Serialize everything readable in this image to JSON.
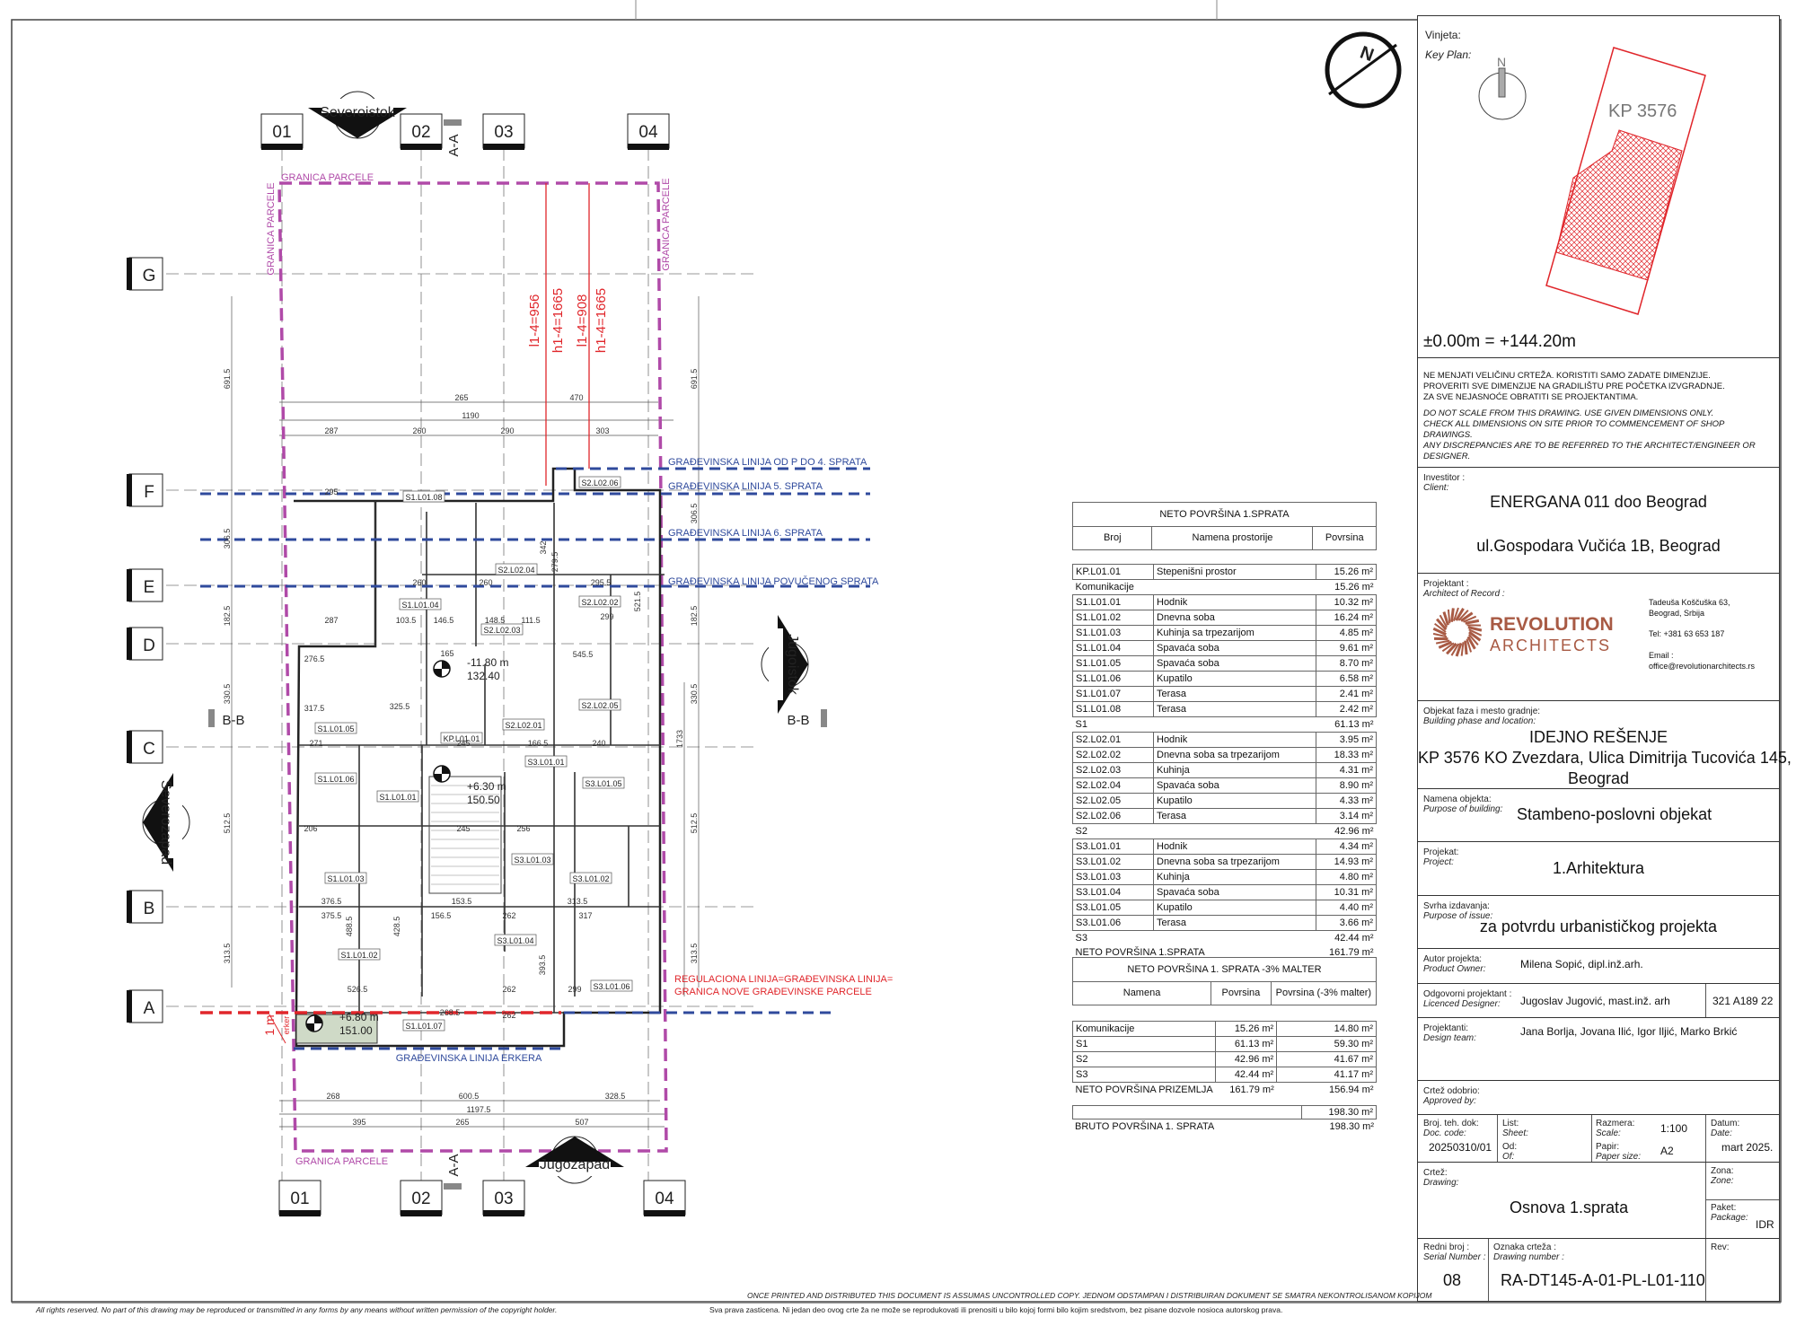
{
  "plan": {
    "grid_cols": [
      "01",
      "02",
      "03",
      "04"
    ],
    "grid_rows": [
      "G",
      "F",
      "E",
      "D",
      "C",
      "B",
      "A"
    ],
    "sections": {
      "aa": "A-A",
      "bb": "B-B"
    },
    "views": {
      "top": "Severoistok",
      "bottom": "Jugozapad",
      "right": "Jugoistok",
      "left": "Severozapad"
    },
    "north": "N",
    "parcel_label": "GRANICA PARCELE",
    "lines": {
      "l4": "GRAĐEVINSKA LINIJA OD P DO 4. SPRATA",
      "l5": "GRAĐEVINSKA LINIJA 5. SPRATA",
      "l6": "GRAĐEVINSKA LINIJA 6. SPRATA",
      "lp": "GRAĐEVINSKA LINIJA POVUČENOG SPRATA",
      "le": "GRAĐEVINSKA LINIJA ERKERA",
      "reg1": "REGULACIONA LINIJA=GRAĐEVINSKA LINIJA=",
      "reg2": "GRANICA NOVE GRAĐEVINSKE PARCELE"
    },
    "heights": [
      "l1-4=956",
      "h1-4=1665",
      "l1-4=908",
      "h1-4=1665"
    ],
    "erker": {
      "dist": "1 m",
      "label": "erker"
    },
    "levels": [
      {
        "elev": "-11.80 m",
        "abs": "132.40"
      },
      {
        "elev": "+6.30 m",
        "abs": "150.50"
      },
      {
        "elev": "+6.80 m",
        "abs": "151.00"
      }
    ],
    "room_tags": [
      "S1.L01.08",
      "S2.L02.06",
      "S2.L02.04",
      "S1.L01.04",
      "S2.L02.02",
      "S2.L02.03",
      "S2.L02.05",
      "S2.L02.01",
      "S1.L01.05",
      "KP.L01.01",
      "S3.L01.01",
      "S1.L01.06",
      "S3.L01.05",
      "S1.L01.01",
      "S3.L01.03",
      "S1.L01.03",
      "S3.L01.02",
      "S3.L01.04",
      "S1.L01.02",
      "S3.L01.06",
      "S1.L01.07"
    ],
    "dims": [
      "265",
      "470",
      "1190",
      "287",
      "260",
      "290",
      "303",
      "268",
      "600.5",
      "328.5",
      "1197.5",
      "395",
      "265",
      "507",
      "691.5",
      "691.5",
      "306.5",
      "306.5",
      "182.5",
      "182.5",
      "330.5",
      "330.5",
      "512.5",
      "512.5",
      "313.5",
      "313.5",
      "1733",
      "295",
      "287",
      "260",
      "260",
      "295.5",
      "299",
      "276.5",
      "103.5",
      "146.5",
      "148.5",
      "111.5",
      "545.5",
      "317.5",
      "325.5",
      "271",
      "245",
      "166.5",
      "240",
      "206",
      "245",
      "256",
      "376.5",
      "153.5",
      "313.5",
      "375.5",
      "156.5",
      "262",
      "317",
      "526.5",
      "262",
      "299",
      "268.5",
      "262",
      "488.5",
      "428.5",
      "393.5",
      "342",
      "279.5",
      "521.5",
      "165"
    ]
  },
  "table1": {
    "title": "NETO POVRŠINA 1.SPRATA",
    "headers": [
      "Broj",
      "Namena prostorije",
      "Povrsina"
    ],
    "rows": [
      {
        "id": "KP.L01.01",
        "name": "Stepenišni prostor",
        "area": "15.26 m²"
      },
      {
        "sum": "Komunikacije",
        "area": "15.26 m²"
      },
      {
        "id": "S1.L01.01",
        "name": "Hodnik",
        "area": "10.32 m²"
      },
      {
        "id": "S1.L01.02",
        "name": "Dnevna soba",
        "area": "16.24 m²"
      },
      {
        "id": "S1.L01.03",
        "name": "Kuhinja sa trpezarijom",
        "area": "4.85 m²"
      },
      {
        "id": "S1.L01.04",
        "name": "Spavaća soba",
        "area": "9.61 m²"
      },
      {
        "id": "S1.L01.05",
        "name": "Spavaća soba",
        "area": "8.70 m²"
      },
      {
        "id": "S1.L01.06",
        "name": "Kupatilo",
        "area": "6.58 m²"
      },
      {
        "id": "S1.L01.07",
        "name": "Terasa",
        "area": "2.41 m²"
      },
      {
        "id": "S1.L01.08",
        "name": "Terasa",
        "area": "2.42 m²"
      },
      {
        "sum": "S1",
        "area": "61.13 m²"
      },
      {
        "id": "S2.L02.01",
        "name": "Hodnik",
        "area": "3.95 m²"
      },
      {
        "id": "S2.L02.02",
        "name": "Dnevna soba sa trpezarijom",
        "area": "18.33 m²"
      },
      {
        "id": "S2.L02.03",
        "name": "Kuhinja",
        "area": "4.31 m²"
      },
      {
        "id": "S2.L02.04",
        "name": "Spavaća soba",
        "area": "8.90 m²"
      },
      {
        "id": "S2.L02.05",
        "name": "Kupatilo",
        "area": "4.33 m²"
      },
      {
        "id": "S2.L02.06",
        "name": "Terasa",
        "area": "3.14 m²"
      },
      {
        "sum": "S2",
        "area": "42.96 m²"
      },
      {
        "id": "S3.L01.01",
        "name": "Hodnik",
        "area": "4.34 m²"
      },
      {
        "id": "S3.L01.02",
        "name": "Dnevna soba sa trpezarijom",
        "area": "14.93 m²"
      },
      {
        "id": "S3.L01.03",
        "name": "Kuhinja",
        "area": "4.80 m²"
      },
      {
        "id": "S3.L01.04",
        "name": "Spavaća soba",
        "area": "10.31 m²"
      },
      {
        "id": "S3.L01.05",
        "name": "Kupatilo",
        "area": "4.40 m²"
      },
      {
        "id": "S3.L01.06",
        "name": "Terasa",
        "area": "3.66 m²"
      },
      {
        "sum": "S3",
        "area": "42.44 m²"
      },
      {
        "sum": "NETO POVRŠINA 1.SPRATA",
        "area": "161.79 m²"
      }
    ]
  },
  "table2": {
    "title": "NETO POVRŠINA 1. SPRATA -3% MALTER",
    "headers": [
      "Namena",
      "Povrsina",
      "Povrsina (-3% malter)"
    ],
    "rows": [
      {
        "name": "Komunikacije",
        "area": "15.26 m²",
        "net": "14.80 m²"
      },
      {
        "name": "S1",
        "area": "61.13 m²",
        "net": "59.30 m²"
      },
      {
        "name": "S2",
        "area": "42.96 m²",
        "net": "41.67 m²"
      },
      {
        "name": "S3",
        "area": "42.44 m²",
        "net": "41.17 m²"
      }
    ],
    "total": {
      "name": "NETO POVRŠINA PRIZEMLJA",
      "area": "161.79 m²",
      "net": "156.94 m²"
    },
    "bruto_box": "198.30 m²",
    "bruto": {
      "name": "BRUTO POVRŠINA 1. SPRATA",
      "area": "198.30 m²"
    }
  },
  "titleblock": {
    "vinjeta": "Vinjeta:",
    "keyplan": "Key Plan:",
    "keyplan_north": "N",
    "keyplan_parcel": "KP 3576",
    "datum": "±0.00m = +144.20m",
    "notes_sr": [
      "NE MENJATI VELIČINU CRTEŽA. KORISTITI SAMO ZADATE DIMENZIJE.",
      "PROVERITI SVE DIMENZIJE NA GRADILIŠTU PRE POČETKA IZVGRADNJE.",
      "ZA SVE NEJASNOĆE OBRATITI SE PROJEKTANTIMA."
    ],
    "notes_en": [
      "DO NOT SCALE FROM THIS DRAWING. USE GIVEN DIMENSIONS ONLY.",
      "CHECK ALL DIMENSIONS ON SITE PRIOR TO COMMENCEMENT OF SHOP DRAWINGS.",
      "ANY DISCREPANCIES ARE TO BE REFERRED TO THE ARCHITECT/ENGINEER OR DESIGNER."
    ],
    "client_label": [
      "Investitor :",
      "Client:"
    ],
    "client_name": "ENERGANA 011 doo Beograd",
    "client_address": "ul.Gospodara Vučića 1B, Beograd",
    "architect_label": [
      "Projektant :",
      "Architect of Record :"
    ],
    "logo_line1": "REVOLUTION",
    "logo_line2": "ARCHITECTS",
    "architect_address": [
      "Tadeuša Koščuška 63,",
      "Beograd, Srbija"
    ],
    "architect_tel": "Tel: +381 63 653 187",
    "architect_email_label": "Email :",
    "architect_email": "office@revolutionarchitects.rs",
    "phase_label": [
      "Objekat faza i mesto gradnje:",
      "Building phase and location:"
    ],
    "phase": "IDEJNO REŠENJE",
    "location": [
      "KP 3576 KO Zvezdara, Ulica Dimitrija Tucovića 145,",
      "Beograd"
    ],
    "purpose_label": [
      "Namena objekta:",
      "Purpose of building:"
    ],
    "purpose": "Stambeno-poslovni objekat",
    "project_label": [
      "Projekat:",
      "Project:"
    ],
    "project": "1.Arhitektura",
    "issue_label": [
      "Svrha izdavanja:",
      "Purpose of issue:"
    ],
    "issue": "za potvrdu urbanističkog projekta",
    "author_label": [
      "Autor projekta:",
      "Product Owner:"
    ],
    "author": "Milena Sopić, dipl.inž.arh.",
    "licensed_label": [
      "Odgovorni projektant :",
      "Licenced Designer:"
    ],
    "licensed": "Jugoslav Jugović, mast.inž. arh",
    "license_no": "321 A189 22",
    "team_label": [
      "Projektanti:",
      "Design team:"
    ],
    "team": "Jana Borlja, Jovana Ilić, Igor Iljić, Marko Brkić",
    "approved_label": [
      "Crtež odobrio:",
      "Approved by:"
    ],
    "doc_label": [
      "Broj. teh. dok:",
      "Doc. code:"
    ],
    "doc": "20250310/01",
    "sheet_label": [
      "List:",
      "Sheet:"
    ],
    "of_label": [
      "Od:",
      "Of:"
    ],
    "scale_label": [
      "Razmera:",
      "Scale:"
    ],
    "scale": "1:100",
    "paper_label": [
      "Papir:",
      "Paper size:"
    ],
    "paper": "A2",
    "date_label": [
      "Datum:",
      "Date:"
    ],
    "date": "mart 2025.",
    "drawing_label": [
      "Crtež:",
      "Drawing:"
    ],
    "drawing": "Osnova 1.sprata",
    "zone_label": [
      "Zona:",
      "Zone:"
    ],
    "package_label": [
      "Paket:",
      "Package:"
    ],
    "package": "IDR",
    "serial_label": [
      "Redni broj :",
      "Serial Number :"
    ],
    "serial": "08",
    "drawno_label": [
      "Oznaka crteža :",
      "Drawing number :"
    ],
    "drawno": "RA-DT145-A-01-PL-L01-110",
    "rev_label": "Rev:"
  },
  "footer": {
    "uncontrolled": "ONCE PRINTED AND DISTRIBUTED THIS DOCUMENT IS ASSUMAS UNCONTROLLED COPY.   JEDNOM ODSTAMPAN I DISTRIBUIRAN DOKUMENT SE SMATRA NEKONTROLISANOM KOPIJOM",
    "rights_en": "All rights reserved. No part of this drawing may be reproduced or transmitted in any forms by any means without written permission of the copyright holder.",
    "rights_sr": "Sva prava zasticena. Ni jedan deo ovog crte ža ne može se reprodukovati ili prenositi u bilo kojoj formi bilo kojim sredstvom, bez pisane dozvole nosioca autorskog prava."
  },
  "colors": {
    "parcel": "#b04aa8",
    "build_line": "#2f4a9c",
    "regulation": "#e0262b",
    "logo": "#a85a44"
  }
}
